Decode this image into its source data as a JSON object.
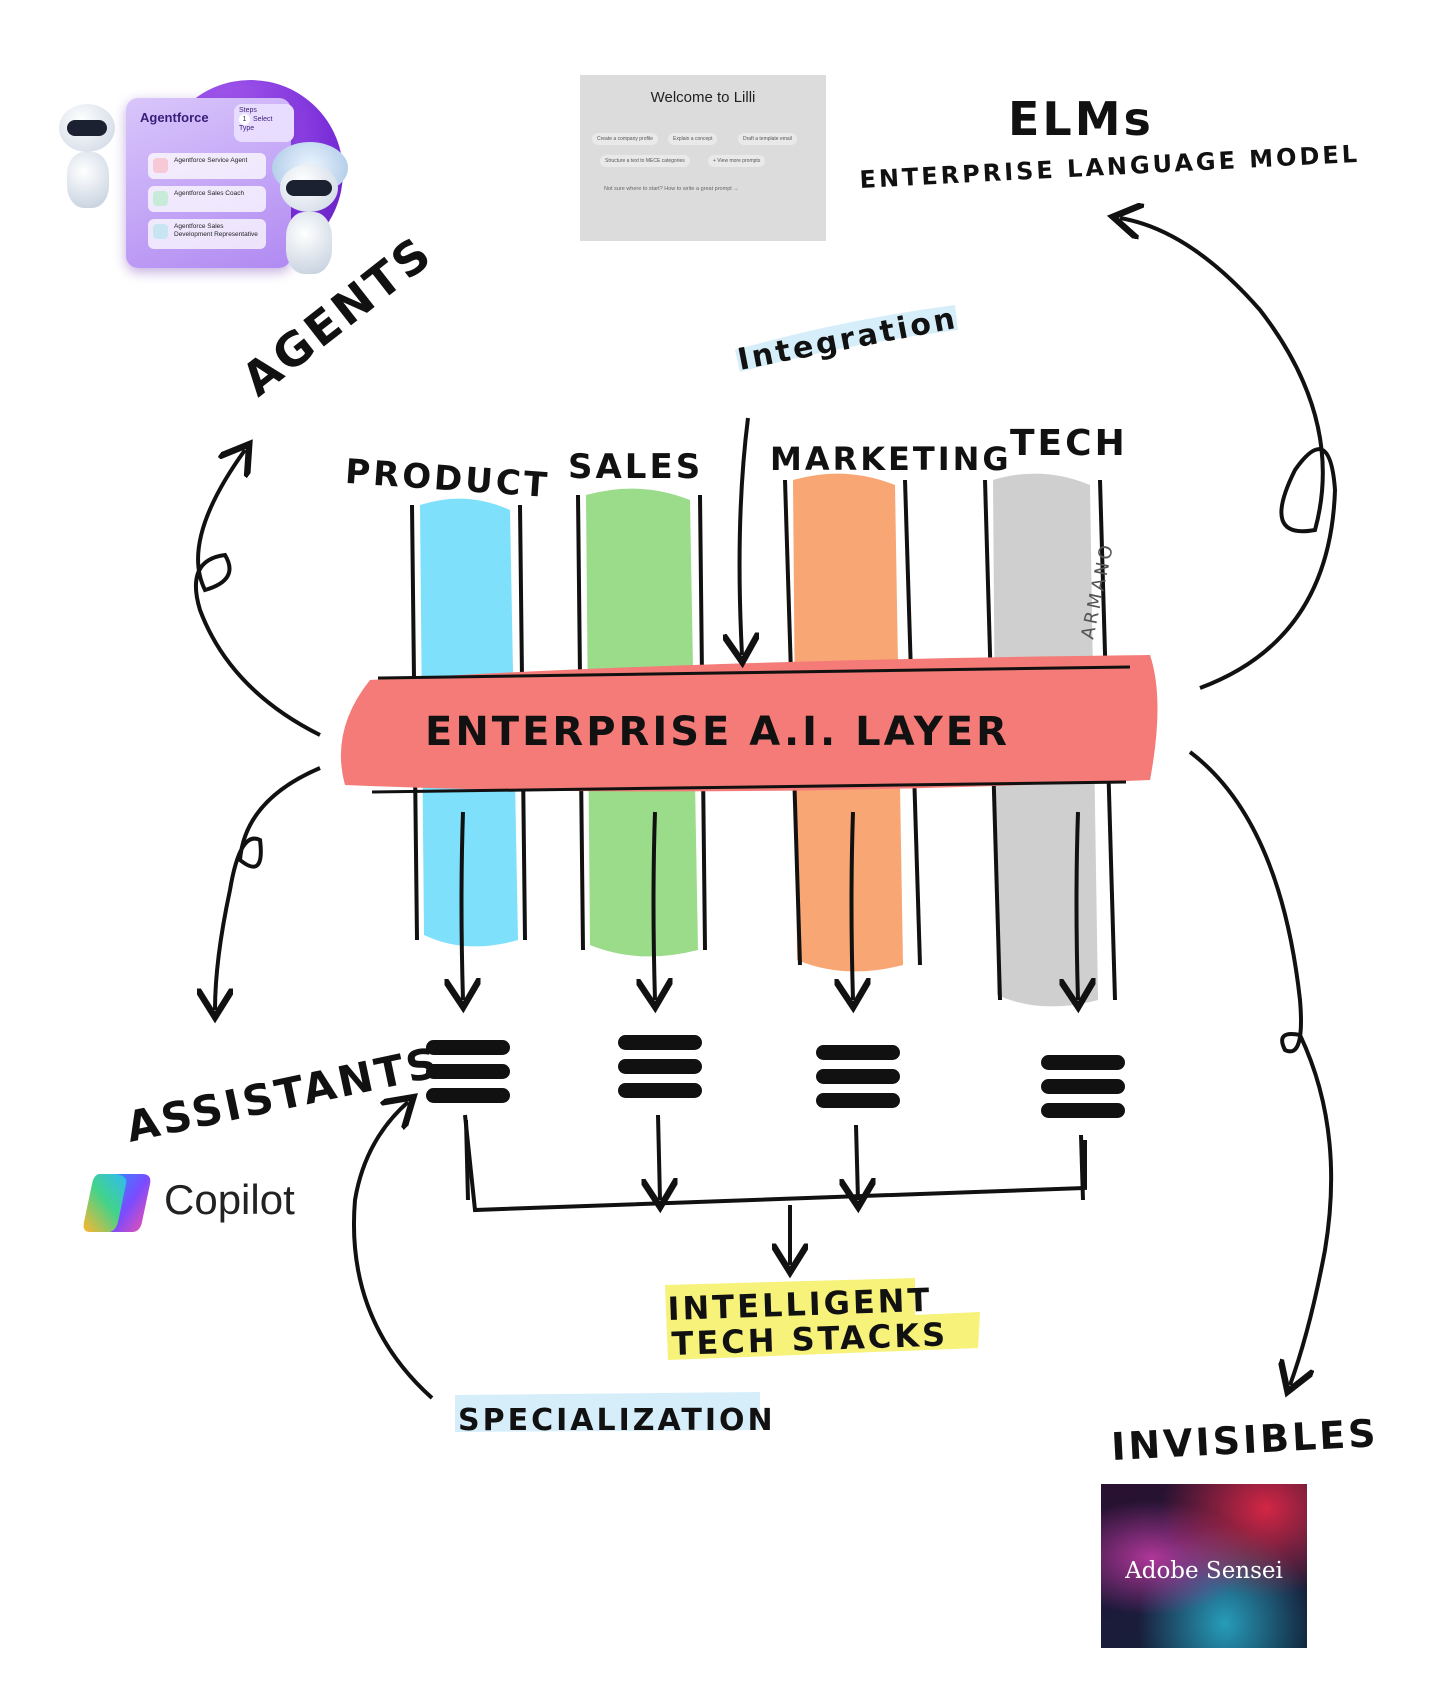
{
  "labels": {
    "agents": "AGENTS",
    "elms": "ELMs",
    "elms_full": "ENTERPRISE LANGUAGE MODEL",
    "integration": "Integration",
    "layer": "ENTERPRISE A.I. LAYER",
    "assistants": "ASSISTANTS",
    "invisibles": "INVISIBLES",
    "specialization": "SPECIALIZATION",
    "intelligent_line1": "INTELLIGENT",
    "intelligent_line2": "TECH STACKS",
    "signature": "ARMANO"
  },
  "columns": [
    {
      "label": "PRODUCT",
      "color": "#7fe0fb"
    },
    {
      "label": "SALES",
      "color": "#9bdc8a"
    },
    {
      "label": "MARKETING",
      "color": "#f8a774"
    },
    {
      "label": "TECH",
      "color": "#cfcfcf"
    }
  ],
  "colors": {
    "layer": "#f47b77",
    "highlight_yellow": "#f6f27a",
    "highlight_blue": "#d6eef9",
    "ink": "#111111"
  },
  "agentforce": {
    "title": "Agentforce",
    "steps_label": "Steps",
    "step_number": "1",
    "step_text": "Select Type",
    "items": [
      "Agentforce Service Agent",
      "Agentforce Sales Coach",
      "Agentforce Sales Development Representative"
    ]
  },
  "lilli": {
    "title": "Welcome to Lilli",
    "chips": [
      "Create a company profile",
      "Explain a concept",
      "Draft a template email",
      "Structure a text to MECE categories",
      "+ View more prompts"
    ],
    "footer": "Not sure where to start?  How to write a great prompt  →"
  },
  "copilot": {
    "name": "Copilot"
  },
  "sensei": {
    "name": "Adobe Sensei"
  }
}
